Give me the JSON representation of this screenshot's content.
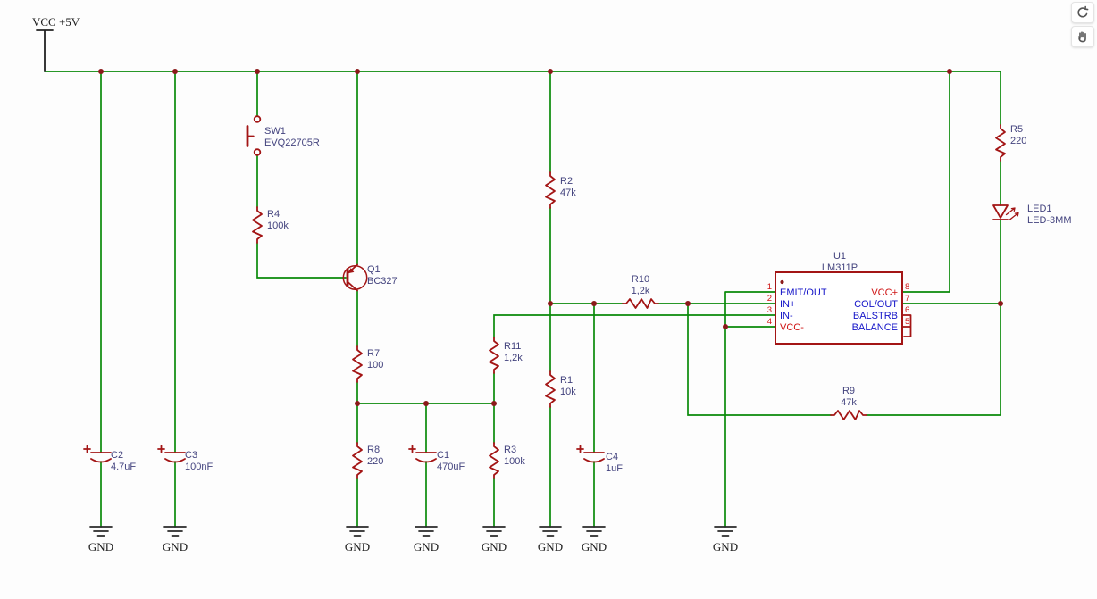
{
  "schematic": {
    "power_net": "VCC +5V",
    "ground_net": "GND"
  },
  "components": {
    "c2": {
      "ref": "C2",
      "value": "4.7uF"
    },
    "c3": {
      "ref": "C3",
      "value": "100nF"
    },
    "c1": {
      "ref": "C1",
      "value": "470uF"
    },
    "c4": {
      "ref": "C4",
      "value": "1uF"
    },
    "r1": {
      "ref": "R1",
      "value": "10k"
    },
    "r2": {
      "ref": "R2",
      "value": "47k"
    },
    "r3": {
      "ref": "R3",
      "value": "100k"
    },
    "r4": {
      "ref": "R4",
      "value": "100k"
    },
    "r5": {
      "ref": "R5",
      "value": "220"
    },
    "r7": {
      "ref": "R7",
      "value": "100"
    },
    "r8": {
      "ref": "R8",
      "value": "220"
    },
    "r9": {
      "ref": "R9",
      "value": "47k"
    },
    "r10": {
      "ref": "R10",
      "value": "1,2k"
    },
    "r11": {
      "ref": "R11",
      "value": "1,2k"
    },
    "sw1": {
      "ref": "SW1",
      "value": "EVQ22705R"
    },
    "q1": {
      "ref": "Q1",
      "value": "BC327"
    },
    "led1": {
      "ref": "LED1",
      "value": "LED-3MM"
    },
    "u1": {
      "ref": "U1",
      "value": "LM311P",
      "left_pins": [
        {
          "num": "1",
          "name": "EMIT/OUT"
        },
        {
          "num": "2",
          "name": "IN+"
        },
        {
          "num": "3",
          "name": "IN-"
        },
        {
          "num": "4",
          "name": "VCC-"
        }
      ],
      "right_pins": [
        {
          "num": "8",
          "name": "VCC+"
        },
        {
          "num": "7",
          "name": "COL/OUT"
        },
        {
          "num": "6",
          "name": "BALSTRB"
        },
        {
          "num": "5",
          "name": "BALANCE"
        }
      ]
    }
  },
  "toolbar": {
    "icons": [
      {
        "name": "rotate-view-icon"
      },
      {
        "name": "pan-hand-icon"
      }
    ]
  },
  "colors": {
    "wire": "#0a8a0a",
    "symbol": "#a31515",
    "label": "#43437e",
    "pin-blue": "#1414c8",
    "pin-red": "#cf1414",
    "junction": "#8b1a1a",
    "net-text": "#1c1c1c",
    "canvas-bg": "#fdfdfd"
  }
}
